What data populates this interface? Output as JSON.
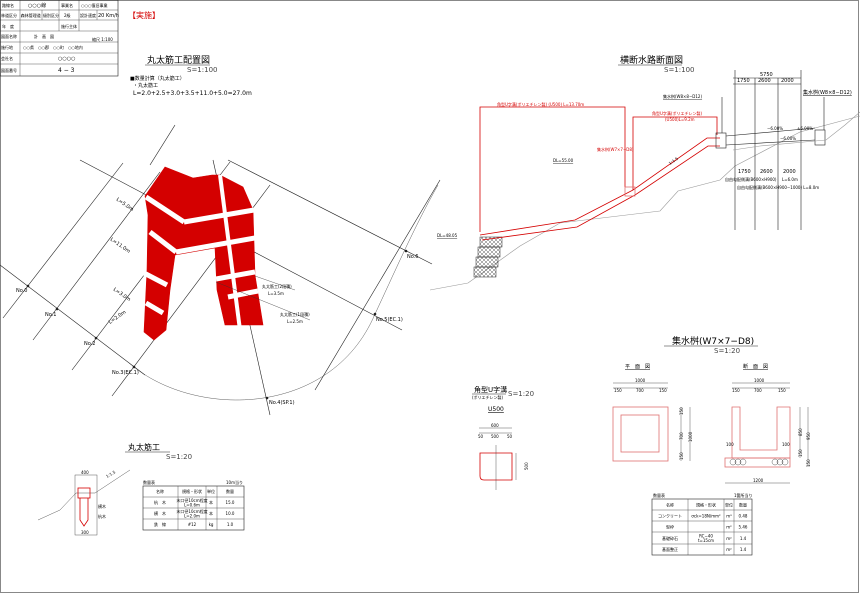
{
  "title_block": {
    "rows": [
      {
        "l1": "路線名",
        "v1": "○○○線",
        "l2": "事業名",
        "v2": "○○○復旧事業"
      },
      {
        "l1": "林道区分",
        "v1": "森林管理道",
        "l2": "級別区分",
        "v2": "2級",
        "l3": "設計速度",
        "v3": "20 Km/h"
      },
      {
        "l1": "年　度",
        "v1": "",
        "l2": "施行主体",
        "v2": ""
      },
      {
        "l1": "図面名称",
        "v1": "計　画　図",
        "extra": "縮尺 1:100"
      },
      {
        "l1": "施行地",
        "v1": "○○県　○○郡　○○町　○○地内"
      },
      {
        "l1": "会社名",
        "v1": "○○○○"
      },
      {
        "l1": "図面番号",
        "v1": "4 − 3"
      }
    ],
    "status_stamp": "【実施】"
  },
  "plan": {
    "title": "丸太筋工配置図",
    "scale": "S=1:100",
    "calc_heading": "■数量計算（丸太筋工）",
    "calc_item": "・丸太筋工",
    "calc_formula": "L=2.0+2.5+3.0+3.5+11.0+5.0=27.0m",
    "stations": [
      "No.0",
      "No.1",
      "No.2",
      "No.3(EC.1)",
      "No.4(SP.1)",
      "No.5(EC.1)",
      "No.6"
    ],
    "lengths": [
      "L=5.0m",
      "L=11.0m",
      "L=3.0m",
      "L=2.0m"
    ],
    "callouts": [
      {
        "name": "丸太筋工(2段積)",
        "len": "L=3.5m"
      },
      {
        "name": "丸太筋工(1段積)",
        "len": "L=2.5m"
      }
    ]
  },
  "section": {
    "title": "横断水路断面図",
    "scale": "S=1:100",
    "channel1": "角型U字溝(ポリエチレン製) (U500)  L=13.70m",
    "channel2a": "角型U字溝(ポリエチレン製)",
    "channel2b": "(U500)L=9.2m",
    "basin_small": "集水桝(W7×7−D8)",
    "basin_left": "集水桝(W8×8−D12)",
    "basin_right": "集水桝(W8×8−D12)",
    "dl_top": "DL=55.00",
    "dl_bottom": "DL=48.05",
    "slope": "1:1.5",
    "dims_top": [
      "5750",
      "1750",
      "2600",
      "2000"
    ],
    "dims_bottom": [
      "1750",
      "2600",
      "2000"
    ],
    "grades": [
      "−6.00%",
      "±6.00%",
      "−6.00%"
    ],
    "notes": [
      "自由勾配側溝(B600×H900)",
      "L=6.0m",
      "自由勾配側溝(B600×H900−1000)  L=8.0m"
    ]
  },
  "log_detail": {
    "title": "丸太筋工",
    "scale": "S=1:20",
    "dims": [
      "400",
      "300"
    ],
    "slope": "1:1.5",
    "labels": [
      "横木",
      "杭木"
    ]
  },
  "log_table": {
    "caption": "数量表",
    "unit_note": "10m当り",
    "headers": [
      "名称",
      "規格・形状",
      "単位",
      "数量"
    ],
    "rows": [
      [
        "杭　木",
        "末口径10cm程度 L=0.6m",
        "本",
        "15.0"
      ],
      [
        "横　木",
        "末口径10cm程度 L=2.0m",
        "本",
        "10.0"
      ],
      [
        "鉄　線",
        "#12",
        "kg",
        "1.0"
      ]
    ]
  },
  "u_channel": {
    "title": "角型U字溝",
    "subtitle": "(ポリエチレン製)",
    "scale": "S=1:20",
    "model": "U500",
    "dims": [
      "600",
      "50",
      "500",
      "50",
      "500"
    ]
  },
  "basin": {
    "title": "集水桝(W7×7−D8)",
    "scale": "S=1:20",
    "plan_label": "平　面　図",
    "section_label": "断　面　図",
    "plan_dims": [
      "1000",
      "150",
      "700",
      "150",
      "150",
      "700",
      "150",
      "1000"
    ],
    "section_dims": [
      "1000",
      "150",
      "700",
      "150",
      "100",
      "100",
      "850",
      "950",
      "150",
      "150",
      "1200"
    ]
  },
  "basin_table": {
    "caption": "数量表",
    "unit_note": "1箇所当り",
    "headers": [
      "名称",
      "規格・形状",
      "単位",
      "数量"
    ],
    "rows": [
      [
        "コンクリート",
        "σck=18N/mm²",
        "m³",
        "0.48"
      ],
      [
        "型枠",
        "",
        "m²",
        "5.46"
      ],
      [
        "基礎砕石",
        "RC−40 t=15cm",
        "m²",
        "1.4"
      ],
      [
        "基面整正",
        "",
        "m²",
        "1.4"
      ]
    ]
  },
  "colors": {
    "accent": "#d40000",
    "line": "#222222",
    "ground": "#999999"
  }
}
